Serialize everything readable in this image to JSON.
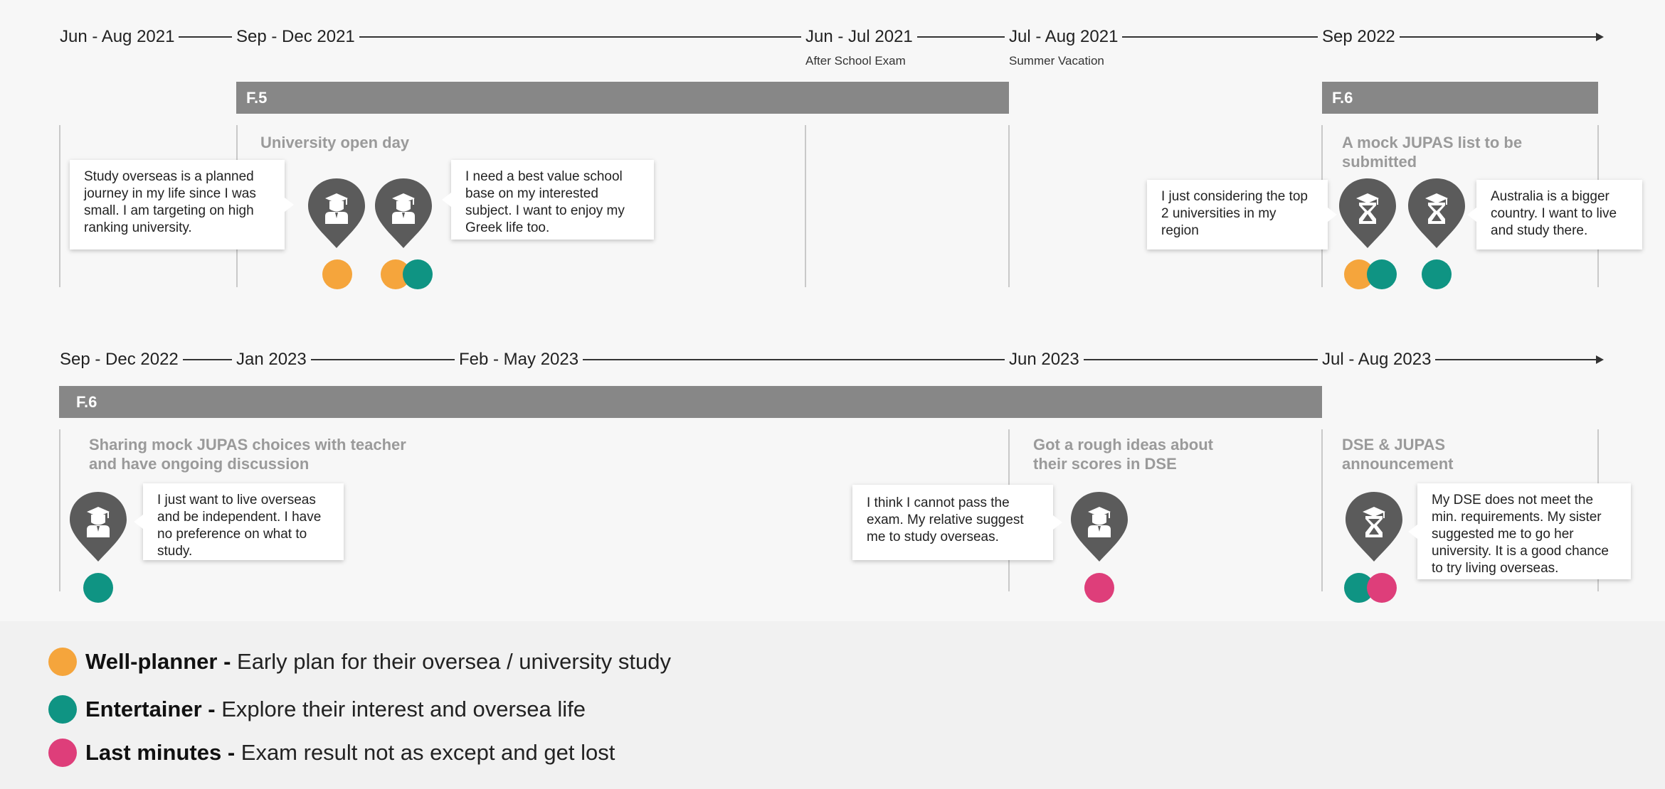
{
  "colors": {
    "well_planner": "#f5a53c",
    "entertainer": "#0f9483",
    "last_minutes": "#de3e7a",
    "phase_bar": "#878787",
    "pin": "#5b5b5b"
  },
  "row1": {
    "periods": [
      "Jun - Aug 2021",
      "Sep - Dec 2021",
      "Jun - Jul 2021",
      "Jul - Aug 2021",
      "Sep 2022"
    ],
    "notes": [
      "After School Exam",
      "Summer Vacation"
    ],
    "phases": [
      "F.5",
      "F.6"
    ],
    "events": [
      "University open day",
      "A mock JUPAS list to be submitted"
    ],
    "bubbles": [
      "Study overseas is a planned journey in my life since I was small. I am targeting on high ranking university.",
      "I need a best value school base on my interested subject. I want to enjoy my Greek life too.",
      "I just considering the top 2 universities in my region",
      "Australia is a bigger country. I want to live and study there."
    ]
  },
  "row2": {
    "periods": [
      "Sep - Dec 2022",
      "Jan 2023",
      "Feb - May 2023",
      "Jun 2023",
      "Jul - Aug 2023"
    ],
    "phases": [
      "F.6"
    ],
    "events": [
      "Sharing mock JUPAS choices with teacher and have ongoing discussion",
      "Got a rough ideas about their scores in DSE",
      "DSE & JUPAS announcement"
    ],
    "bubbles": [
      "I just want to live overseas and be independent. I have no preference on what to study.",
      "I think I cannot pass the exam. My relative suggest me to study overseas.",
      "My DSE does not meet the min. requirements. My sister suggested me to go her university. It is a good chance to try living overseas."
    ]
  },
  "icons": {
    "pin": "graduate-pin-icon",
    "pin_hourglass": "hourglass-pin-icon"
  },
  "legend": [
    {
      "name": "Well-planner - ",
      "desc": "Early plan for their oversea / university study"
    },
    {
      "name": "Entertainer - ",
      "desc": "Explore their interest and oversea life"
    },
    {
      "name": "Last minutes - ",
      "desc": "Exam result not as except and get lost"
    }
  ]
}
